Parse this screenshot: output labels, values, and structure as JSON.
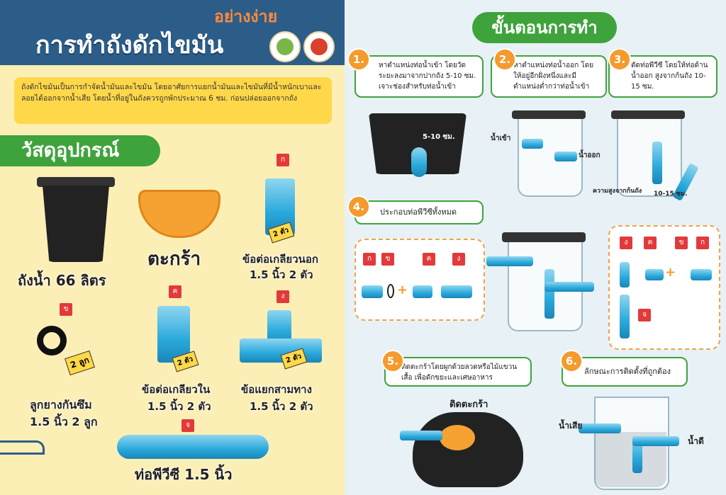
{
  "header": {
    "title": "การทำถังดักไขมัน",
    "subtitle": "อย่างง่าย"
  },
  "intro": "ถังดักไขมันเป็นการกำจัดน้ำมันและไขมัน โดยอาศัยการแยกน้ำมันและไขมันที่มีน้ำหนักเบาและลอยได้ออกจากน้ำเสีย โดยน้ำที่อยู่ในถังควรถูกพักประมาณ 6 ชม. ก่อนปล่อยออกจากถัง",
  "materials": {
    "title": "วัสดุอุปกรณ์",
    "bucket": "ถังน้ำ   66   ลิตร",
    "basket": "ตะกร้า",
    "outer_connector": "ข้อต่อเกลียวนอก",
    "outer_connector_qty": "1.5 นิ้ว 2 ตัว",
    "rubber_ring": "ลูกยางกันซึม",
    "rubber_ring_qty": "1.5 นิ้ว 2 ลูก",
    "inner_connector": "ข้อต่อเกลียวใน",
    "inner_connector_qty": "1.5 นิ้ว 2 ตัว",
    "tee": "ข้อแยกสามทาง",
    "tee_qty": "1.5 นิ้ว 2 ตัว",
    "pipe": "ท่อพีวีซี   1.5 นิ้ว",
    "tags": {
      "ko": "ก",
      "kho": "ข",
      "kho2": "ค",
      "ngo": "ง",
      "cho": "จ"
    },
    "tag_two_pieces": "2 ตัว",
    "tag_two_balls": "2 ลูก"
  },
  "steps": {
    "title": "ขั้นตอนการทำ",
    "s1_num": "1.",
    "s1": "หาตำแหน่งท่อน้ำเข้า โดยวัดระยะลงมาจากปากถัง 5-10 ซม. เจาะช่องสำหรับท่อน้ำเข้า",
    "s1_measure": "5-10 ซม.",
    "s2_num": "2.",
    "s2": "หาตำแหน่งท่อน้ำออก โดยให้อยู่อีกฝั่งหนึ่งและมีตำแหน่งต่ำกว่าท่อน้ำเข้า",
    "s2_in": "น้ำเข้า",
    "s2_out": "น้ำออก",
    "s3_num": "3.",
    "s3": "ตัดท่อพีวีซี โดยให้ท่อด้านน้ำออก สูงจากก้นถัง 10-15 ซม.",
    "s3_height": "ความสูงจากก้นถัง",
    "s3_measure": "10-15 ซม.",
    "s4_num": "4.",
    "s4": "ประกอบท่อพีวีซีทั้งหมด",
    "s5_num": "5.",
    "s5": "ติดตะกร้าโดยผูกด้วยลวดหรือไม้แขวนเสื้อ เพื่อดักขยะและเศษอาหาร",
    "s5_label": "ติดตะกร้า",
    "s6_num": "6.",
    "s6": "ลักษณะการติดตั้งที่ถูกต้อง",
    "s6_in": "น้ำเสีย",
    "s6_out": "น้ำดี",
    "plus": "+"
  },
  "colors": {
    "navy": "#2c5d89",
    "green": "#3fa33c",
    "orange": "#f59a2c",
    "yellow": "#ffd84a",
    "pipe": "#2aa9dc",
    "red": "#e23a3a"
  }
}
